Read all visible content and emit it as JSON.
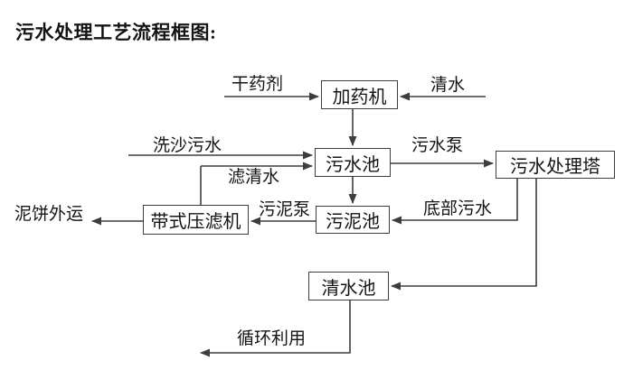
{
  "title": "污水处理工艺流程框图:",
  "colors": {
    "line": "#3d3d3d",
    "text": "#141414",
    "background": "#ffffff"
  },
  "nodes": {
    "dosing_machine": {
      "label": "加药机"
    },
    "sewage_pool": {
      "label": "污水池"
    },
    "treatment_tower": {
      "label": "污水处理塔"
    },
    "sludge_pool": {
      "label": "污泥池"
    },
    "belt_filter_press": {
      "label": "带式压滤机"
    },
    "clear_water_pool": {
      "label": "清水池"
    }
  },
  "flow_labels": {
    "dry_chemical": "干药剂",
    "clear_water": "清水",
    "sand_washing_sewage": "洗沙污水",
    "filtered_water": "滤清水",
    "sewage_pump": "污水泵",
    "bottom_sewage": "底部污水",
    "sludge_pump": "污泥泵",
    "mud_cake_outbound": "泥饼外运",
    "recycling": "循环利用"
  },
  "edges": [
    {
      "from": "external",
      "to": "dosing_machine",
      "label_key": "dry_chemical"
    },
    {
      "from": "external",
      "to": "dosing_machine",
      "label_key": "clear_water"
    },
    {
      "from": "dosing_machine",
      "to": "sewage_pool",
      "label_key": null
    },
    {
      "from": "external",
      "to": "sewage_pool",
      "label_key": "sand_washing_sewage"
    },
    {
      "from": "belt_filter_press",
      "to": "sewage_pool",
      "label_key": "filtered_water"
    },
    {
      "from": "sewage_pool",
      "to": "treatment_tower",
      "label_key": "sewage_pump"
    },
    {
      "from": "sewage_pool",
      "to": "sludge_pool",
      "label_key": null
    },
    {
      "from": "treatment_tower",
      "to": "sludge_pool",
      "label_key": "bottom_sewage"
    },
    {
      "from": "treatment_tower",
      "to": "clear_water_pool",
      "label_key": null
    },
    {
      "from": "sludge_pool",
      "to": "belt_filter_press",
      "label_key": "sludge_pump"
    },
    {
      "from": "belt_filter_press",
      "to": "external",
      "label_key": "mud_cake_outbound"
    },
    {
      "from": "clear_water_pool",
      "to": "external",
      "label_key": "recycling"
    }
  ]
}
